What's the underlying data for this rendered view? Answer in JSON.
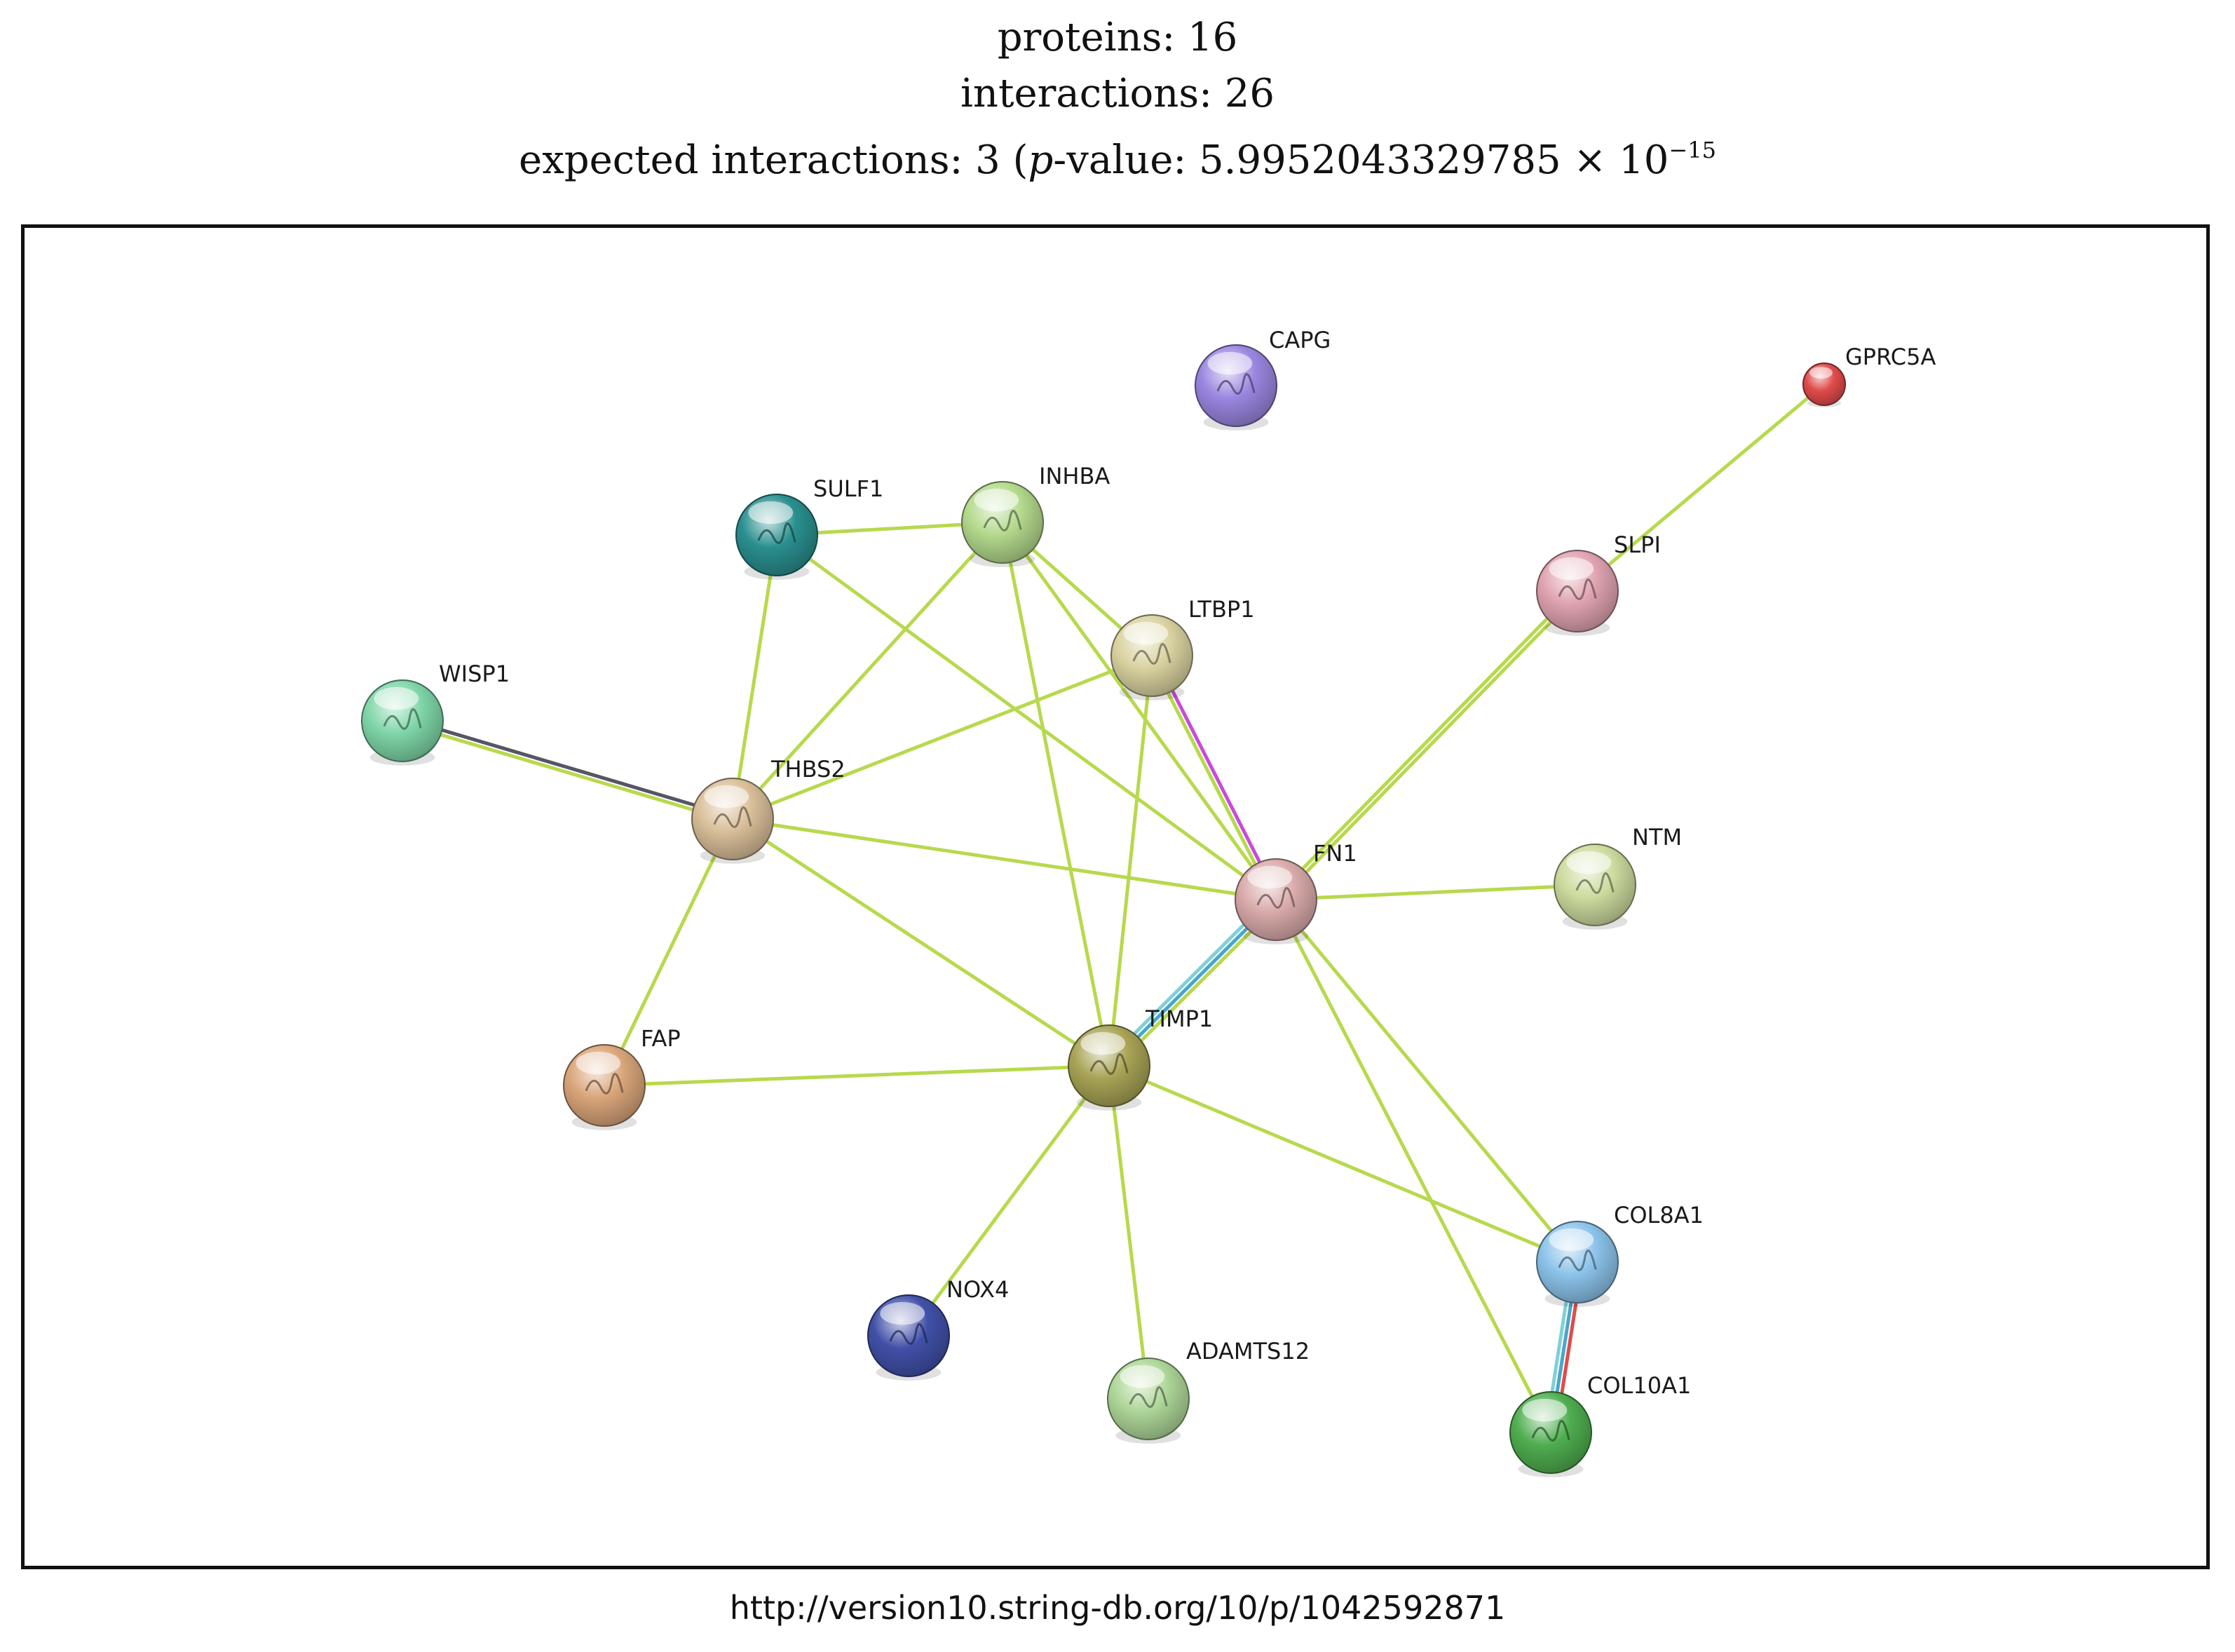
{
  "header": {
    "proteins": "proteins: 16",
    "interactions": "interactions: 26",
    "expected_prefix": "expected interactions: 3 (",
    "p_italic": "p",
    "expected_value": "-value: 5.9952043329785 × 10",
    "exponent": "−15"
  },
  "footer": {
    "url": "http://version10.string-db.org/10/p/1042592871"
  },
  "network": {
    "nodes": [
      {
        "id": "CAPG",
        "label": "CAPG",
        "color": "#9b86e0"
      },
      {
        "id": "GPRC5A",
        "label": "GPRC5A",
        "color": "#e04b4b"
      },
      {
        "id": "SULF1",
        "label": "SULF1",
        "color": "#2a8f8f"
      },
      {
        "id": "INHBA",
        "label": "INHBA",
        "color": "#b3d98c"
      },
      {
        "id": "SLPI",
        "label": "SLPI",
        "color": "#e0a3b0"
      },
      {
        "id": "LTBP1",
        "label": "LTBP1",
        "color": "#d9d2a0"
      },
      {
        "id": "WISP1",
        "label": "WISP1",
        "color": "#7fd6a8"
      },
      {
        "id": "THBS2",
        "label": "THBS2",
        "color": "#d9bf99"
      },
      {
        "id": "FN1",
        "label": "FN1",
        "color": "#d9aaaa"
      },
      {
        "id": "NTM",
        "label": "NTM",
        "color": "#ccdb9e"
      },
      {
        "id": "FAP",
        "label": "FAP",
        "color": "#d9a57a"
      },
      {
        "id": "TIMP1",
        "label": "TIMP1",
        "color": "#a8a355"
      },
      {
        "id": "COL8A1",
        "label": "COL8A1",
        "color": "#8cc3ea"
      },
      {
        "id": "NOX4",
        "label": "NOX4",
        "color": "#4150a8"
      },
      {
        "id": "ADAMTS12",
        "label": "ADAMTS12",
        "color": "#aed698"
      },
      {
        "id": "COL10A1",
        "label": "COL10A1",
        "color": "#4fae4f"
      }
    ],
    "edges": [
      {
        "source": "GPRC5A",
        "target": "SLPI",
        "colors": [
          "#b7d94d"
        ]
      },
      {
        "source": "SLPI",
        "target": "FN1",
        "colors": [
          "#b7d94d",
          "#b7d94d"
        ]
      },
      {
        "source": "SULF1",
        "target": "INHBA",
        "colors": [
          "#b7d94d"
        ]
      },
      {
        "source": "SULF1",
        "target": "THBS2",
        "colors": [
          "#b7d94d"
        ]
      },
      {
        "source": "SULF1",
        "target": "FN1",
        "colors": [
          "#b7d94d"
        ]
      },
      {
        "source": "INHBA",
        "target": "THBS2",
        "colors": [
          "#b7d94d"
        ]
      },
      {
        "source": "INHBA",
        "target": "LTBP1",
        "colors": [
          "#b7d94d"
        ]
      },
      {
        "source": "INHBA",
        "target": "FN1",
        "colors": [
          "#b7d94d"
        ]
      },
      {
        "source": "INHBA",
        "target": "TIMP1",
        "colors": [
          "#b7d94d"
        ]
      },
      {
        "source": "LTBP1",
        "target": "THBS2",
        "colors": [
          "#b7d94d"
        ]
      },
      {
        "source": "LTBP1",
        "target": "FN1",
        "colors": [
          "#c94ad9",
          "#b7d94d"
        ]
      },
      {
        "source": "LTBP1",
        "target": "TIMP1",
        "colors": [
          "#b7d94d"
        ]
      },
      {
        "source": "WISP1",
        "target": "THBS2",
        "colors": [
          "#555566",
          "#b7d94d"
        ]
      },
      {
        "source": "THBS2",
        "target": "FN1",
        "colors": [
          "#b7d94d"
        ]
      },
      {
        "source": "THBS2",
        "target": "TIMP1",
        "colors": [
          "#b7d94d"
        ]
      },
      {
        "source": "THBS2",
        "target": "FAP",
        "colors": [
          "#b7d94d"
        ]
      },
      {
        "source": "FN1",
        "target": "NTM",
        "colors": [
          "#b7d94d"
        ]
      },
      {
        "source": "FN1",
        "target": "TIMP1",
        "colors": [
          "#b7d94d",
          "#4aa6c9",
          "#7fd0d9"
        ]
      },
      {
        "source": "FN1",
        "target": "COL8A1",
        "colors": [
          "#b7d94d"
        ]
      },
      {
        "source": "FN1",
        "target": "COL10A1",
        "colors": [
          "#b7d94d"
        ]
      },
      {
        "source": "FAP",
        "target": "TIMP1",
        "colors": [
          "#b7d94d"
        ]
      },
      {
        "source": "TIMP1",
        "target": "NOX4",
        "colors": [
          "#b7d94d"
        ]
      },
      {
        "source": "TIMP1",
        "target": "ADAMTS12",
        "colors": [
          "#b7d94d"
        ]
      },
      {
        "source": "TIMP1",
        "target": "COL8A1",
        "colors": [
          "#b7d94d"
        ]
      },
      {
        "source": "COL8A1",
        "target": "COL10A1",
        "colors": [
          "#e04b4b",
          "#4aa6c9",
          "#7fd0d9"
        ]
      }
    ]
  }
}
